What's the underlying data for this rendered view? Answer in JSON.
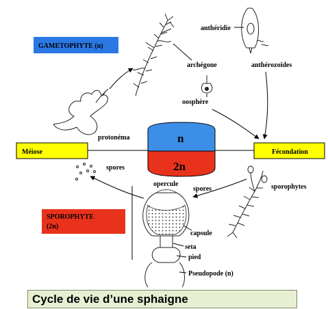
{
  "labels": {
    "gametophyte": "GAMETOPHYTE (n)",
    "antheridie": "anthéridie",
    "archegone": "archégone",
    "antherozoides": "anthérozoïdes",
    "oosphere": "oosphère",
    "protonema": "protonéma",
    "meiose": "Méiose",
    "fecondation": "Fécondation",
    "n": "n",
    "two_n": "2n",
    "spores_left": "spores",
    "opercule": "opercule",
    "spores_capsule": "spores",
    "sporophytes": "sporophytes",
    "sporophyte_line1": "SPOROPHYTE",
    "sporophyte_line2": "(2n)",
    "capsule": "capsule",
    "seta": "seta",
    "pied": "pied",
    "pseudopode": "Pseudopode (n)"
  },
  "caption": "Cycle de vie d’une sphaigne",
  "colors": {
    "gametophyte_box": "#2b78e4",
    "sporophyte_box": "#e8321c",
    "n_fill": "#3d8ee6",
    "two_n_fill": "#e8321c",
    "yellow_bar": "#ffff00",
    "caption_bg": "#e7efd3"
  },
  "icons": [
    "moss-gametophyte-icon",
    "antheridium-icon",
    "archegonium-icon",
    "protonema-icon",
    "spores-icon",
    "capsule-icon",
    "sporophyte-plant-icon"
  ]
}
